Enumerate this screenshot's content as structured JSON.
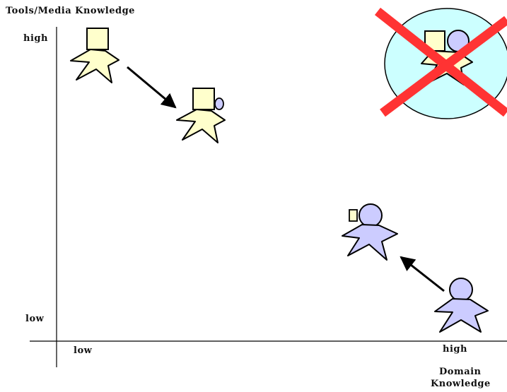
{
  "y_axis": {
    "title": "Tools/Media Knowledge",
    "high_label": "high",
    "low_label": "low"
  },
  "x_axis": {
    "title_line1": "Domain",
    "title_line2": "Knowledge",
    "low_label": "low",
    "high_label": "high"
  },
  "colors": {
    "tool_person_fill": "#ffffcc",
    "domain_person_fill": "#ccccff",
    "ellipse_fill": "#ccffff",
    "cross": "#ff3333",
    "stroke": "#000000"
  },
  "figures": [
    {
      "name": "tools-expert",
      "icons": [
        "square-head-icon"
      ]
    },
    {
      "name": "tools-expert-learning-domain",
      "icons": [
        "square-head-icon",
        "small-circle-icon"
      ]
    },
    {
      "name": "domain-expert-learning-tools",
      "icons": [
        "circle-head-icon",
        "small-square-icon"
      ]
    },
    {
      "name": "domain-expert",
      "icons": [
        "circle-head-icon"
      ]
    },
    {
      "name": "crossed-out-ideal-both",
      "icons": [
        "square-head-icon",
        "circle-head-icon",
        "cross-icon"
      ]
    }
  ]
}
